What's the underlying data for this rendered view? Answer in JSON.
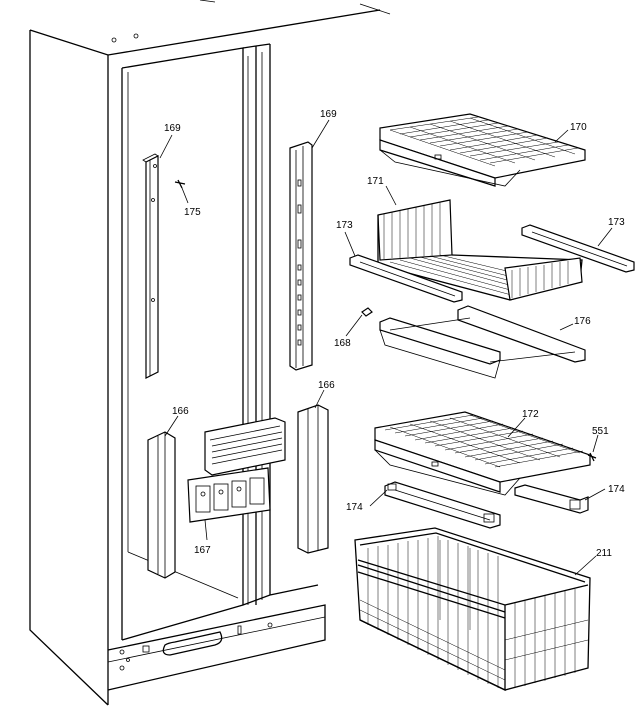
{
  "callouts": {
    "c169_left": "169",
    "c169_right": "169",
    "c175": "175",
    "c170": "170",
    "c171": "171",
    "c173_left": "173",
    "c173_right": "173",
    "c176": "176",
    "c168": "168",
    "c166_left": "166",
    "c166_right": "166",
    "c167": "167",
    "c172": "172",
    "c551": "551",
    "c174_left": "174",
    "c174_right": "174",
    "c211": "211"
  }
}
